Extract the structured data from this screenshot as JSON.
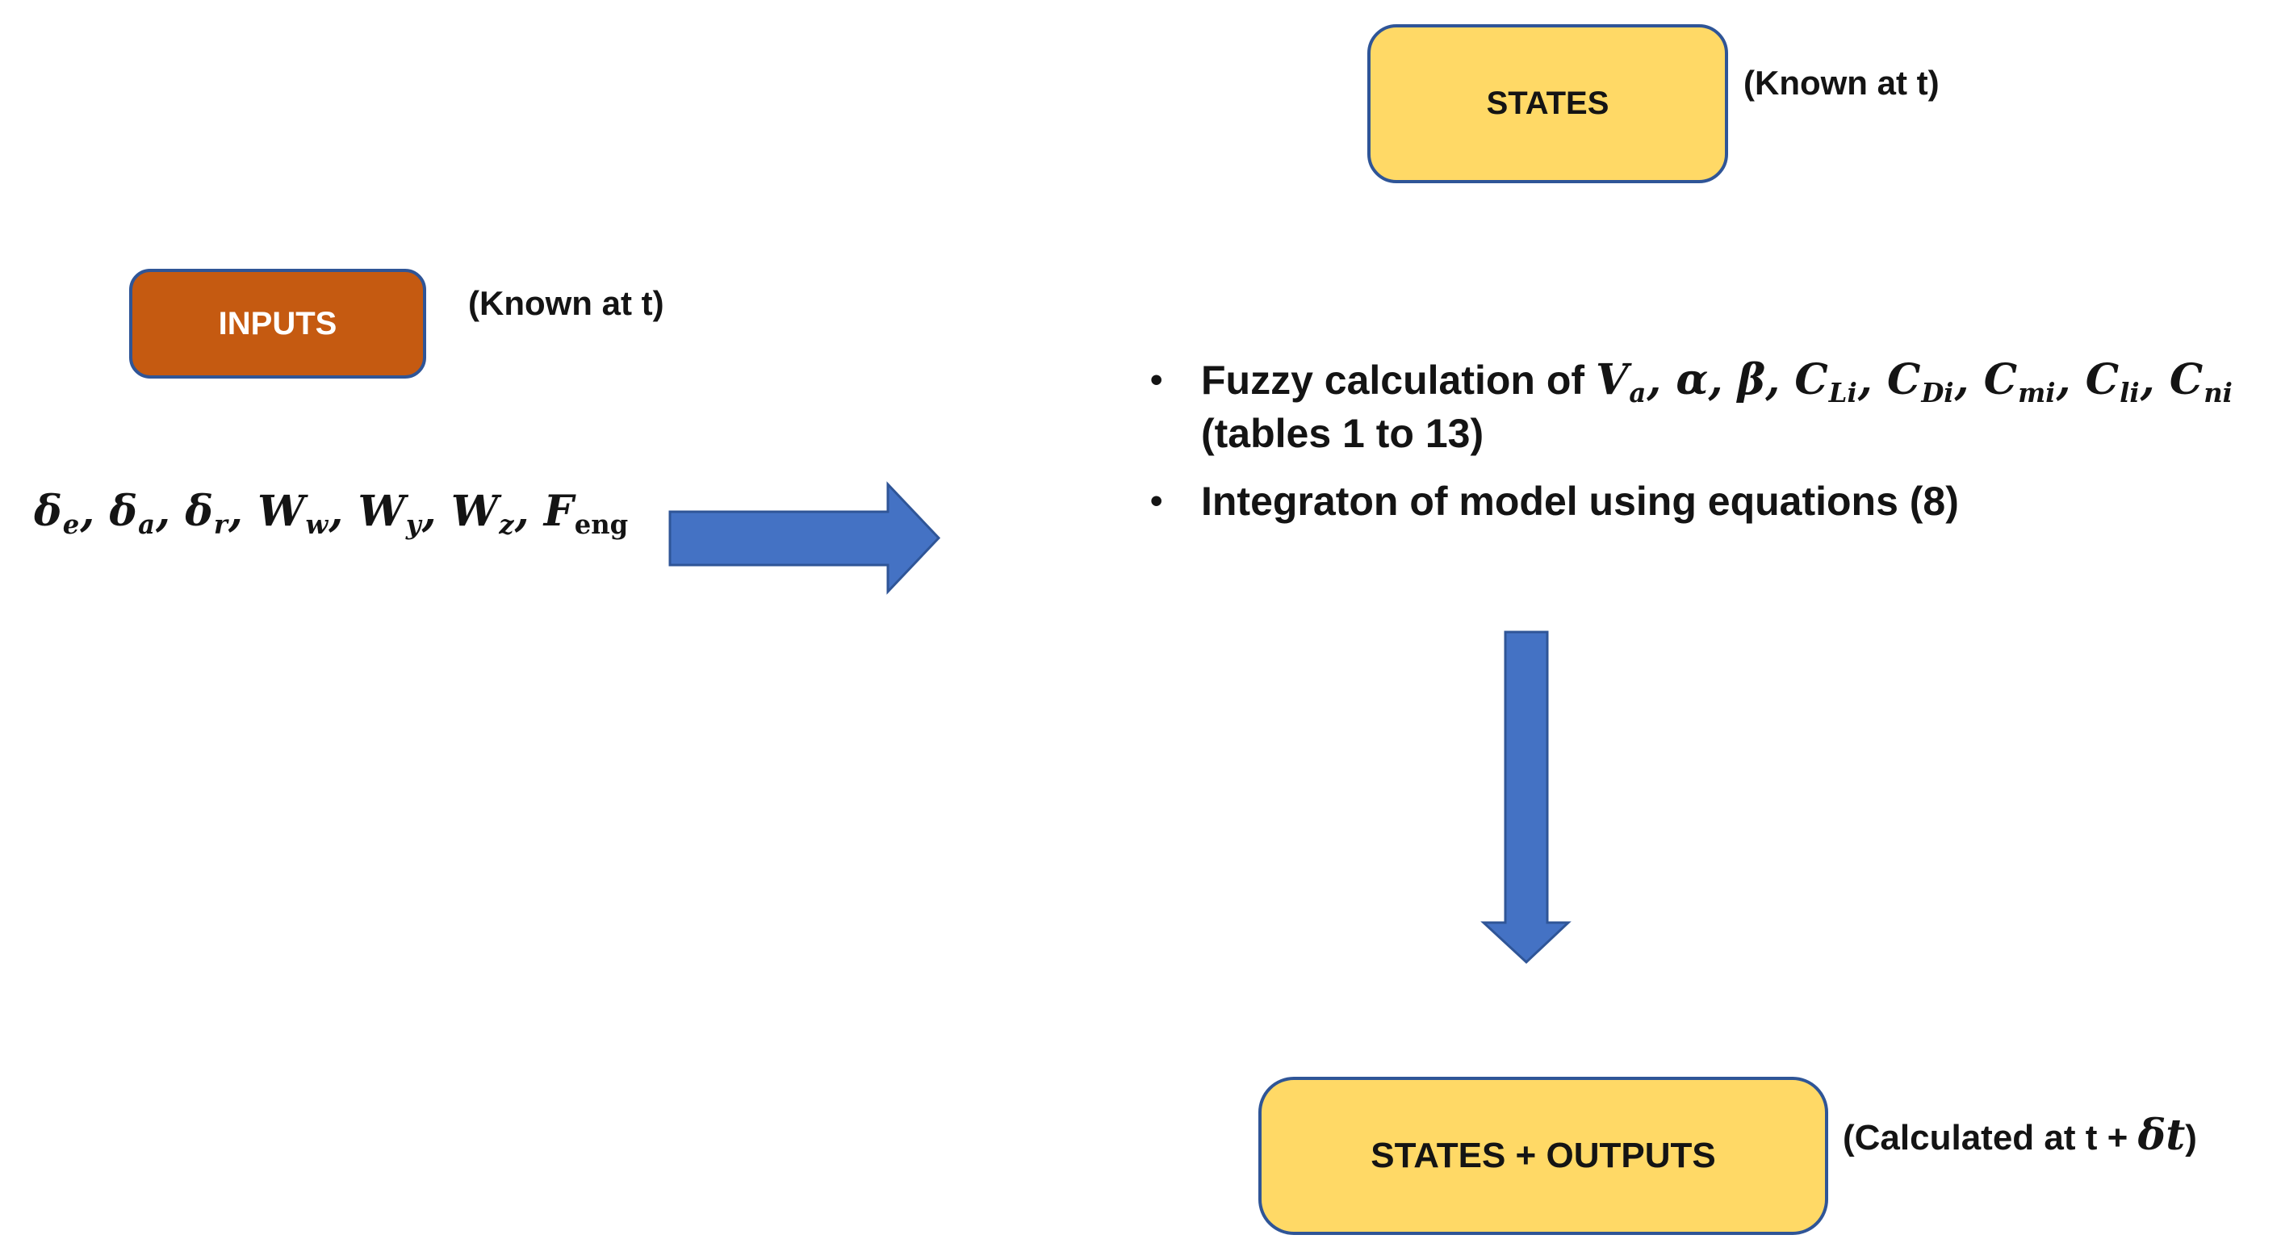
{
  "colors": {
    "box_yellow": "#FFD966",
    "box_orange": "#C55A11",
    "border_blue": "#2F5597",
    "arrow_blue": "#4472C4",
    "text_dark": "#141414",
    "text_white": "#FFFFFF"
  },
  "states": {
    "label": "STATES",
    "annotation": "(Known at t)"
  },
  "inputs": {
    "label": "INPUTS",
    "annotation": "(Known at t)",
    "math_tokens": [
      {
        "b": "δ",
        "s": "e"
      },
      {
        "t": ", "
      },
      {
        "b": "δ",
        "s": "a"
      },
      {
        "t": ", "
      },
      {
        "b": "δ",
        "s": "r"
      },
      {
        "t": ", "
      },
      {
        "b": "W",
        "s": "w"
      },
      {
        "t": ", "
      },
      {
        "b": "W",
        "s": "y"
      },
      {
        "t": ", "
      },
      {
        "b": "W",
        "s": "z"
      },
      {
        "t": ", "
      },
      {
        "b": "F",
        "s": "eng",
        "rs": true
      }
    ]
  },
  "process": {
    "bullet_glyph": "•",
    "bullet1": {
      "prefix": "Fuzzy calculation of ",
      "math_tokens": [
        {
          "b": "V",
          "s": "a"
        },
        {
          "t": ", "
        },
        {
          "b": "α"
        },
        {
          "t": ", "
        },
        {
          "b": "β"
        },
        {
          "t": ", "
        },
        {
          "b": "C",
          "s": "Li"
        },
        {
          "t": ", "
        },
        {
          "b": "C",
          "s": "Di"
        },
        {
          "t": ", "
        },
        {
          "b": "C",
          "s": "mi"
        },
        {
          "t": ", "
        },
        {
          "b": "C",
          "s": "li"
        },
        {
          "t": ", "
        },
        {
          "b": "C",
          "s": "ni"
        }
      ],
      "line2": "(tables 1 to 13)"
    },
    "bullet2": "Integraton of model using equations (8)"
  },
  "outputs": {
    "label": "STATES + OUTPUTS",
    "annotation_prefix": "(Calculated at t + ",
    "annotation_math": "δt",
    "annotation_suffix": ")"
  }
}
